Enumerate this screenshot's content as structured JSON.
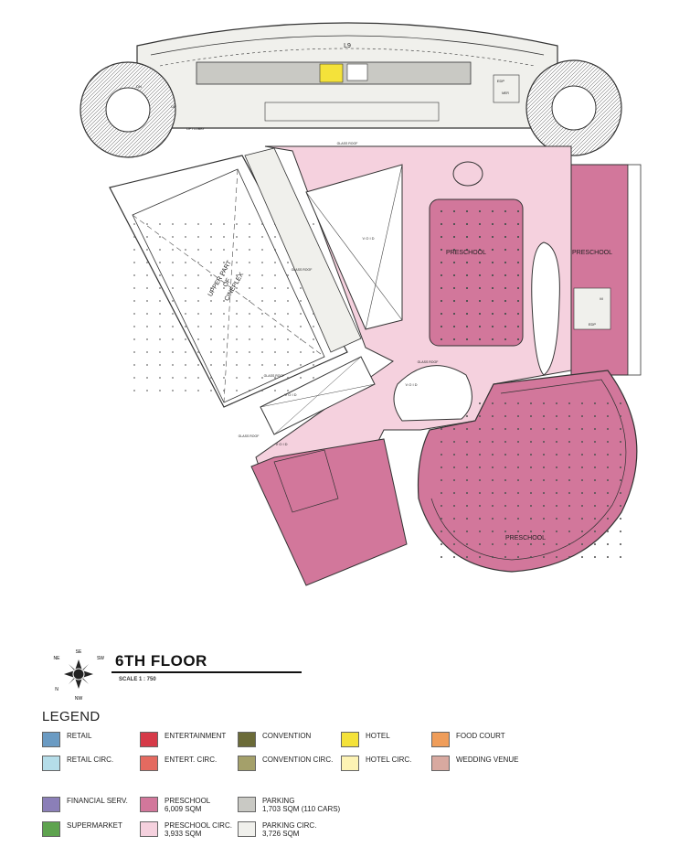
{
  "plan": {
    "level_tag": "L9",
    "labels": {
      "cineplex": [
        "UPPER PART",
        "OF",
        "CINEPLEX"
      ],
      "preschool_center": "PRESCHOOL",
      "preschool_right": "PRESCHOOL",
      "preschool_circle": "PRESCHOOL",
      "void_1": "V O I D",
      "void_2": "V O I D",
      "void_3": "V O I D",
      "void_4": "V O I D",
      "glass_roof_1": "GLASS ROOF",
      "glass_roof_2": "GLASS ROOF",
      "glass_roof_3": "GLASS ROOF",
      "glass_roof_4": "GLASS ROOF",
      "glass_roof_5": "GLASS ROOF",
      "edp_1": "EDP",
      "edp_2": "EDP",
      "mer": "MER",
      "lift_lobby": "LIFT LOBBY",
      "dn": "DN",
      "up": "UP",
      "m": "M"
    }
  },
  "title_block": {
    "floor_title": "6TH FLOOR",
    "scale": "SCALE 1 : 750",
    "compass": {
      "n": "N",
      "ne": "NE",
      "nw": "NW",
      "se": "SE",
      "sw": "SW"
    }
  },
  "legend": {
    "title": "LEGEND",
    "items": [
      {
        "label": "RETAIL",
        "sub": "",
        "color": "#6b9bc3"
      },
      {
        "label": "ENTERTAINMENT",
        "sub": "",
        "color": "#d63a48"
      },
      {
        "label": "CONVENTION",
        "sub": "",
        "color": "#6b6b38"
      },
      {
        "label": "HOTEL",
        "sub": "",
        "color": "#f4e23a"
      },
      {
        "label": "FOOD COURT",
        "sub": "",
        "color": "#ef9d5a"
      },
      {
        "label": "RETAIL CIRC.",
        "sub": "",
        "color": "#b5dde9"
      },
      {
        "label": "ENTERT. CIRC.",
        "sub": "",
        "color": "#e46a60"
      },
      {
        "label": "CONVENTION CIRC.",
        "sub": "",
        "color": "#a4a06a"
      },
      {
        "label": "HOTEL CIRC.",
        "sub": "",
        "color": "#fdf3b4"
      },
      {
        "label": "WEDDING VENUE",
        "sub": "",
        "color": "#d8a9a0"
      },
      {
        "label": "FINANCIAL SERV.",
        "sub": "",
        "color": "#8b7fb8"
      },
      {
        "label": "PRESCHOOL",
        "sub": "6,009 sqm",
        "color": "#d2779b"
      },
      {
        "label": "PARKING",
        "sub": "1,703 sqm    (110    cars)",
        "color": "#c9c9c4"
      },
      {
        "label": "SUPERMARKET",
        "sub": "",
        "color": "#5ea34f"
      },
      {
        "label": "PRESCHOOL CIRC.",
        "sub": "3,933 sqm",
        "color": "#f5d1de"
      },
      {
        "label": "PARKING CIRC.",
        "sub": "3,726 sqm",
        "color": "#f0f0ec"
      }
    ]
  },
  "colors": {
    "preschool": "#d2779b",
    "preschool_circ": "#f5d1de",
    "parking": "#c9c9c4",
    "parking_circ": "#f0f0ec",
    "line": "#333333"
  }
}
